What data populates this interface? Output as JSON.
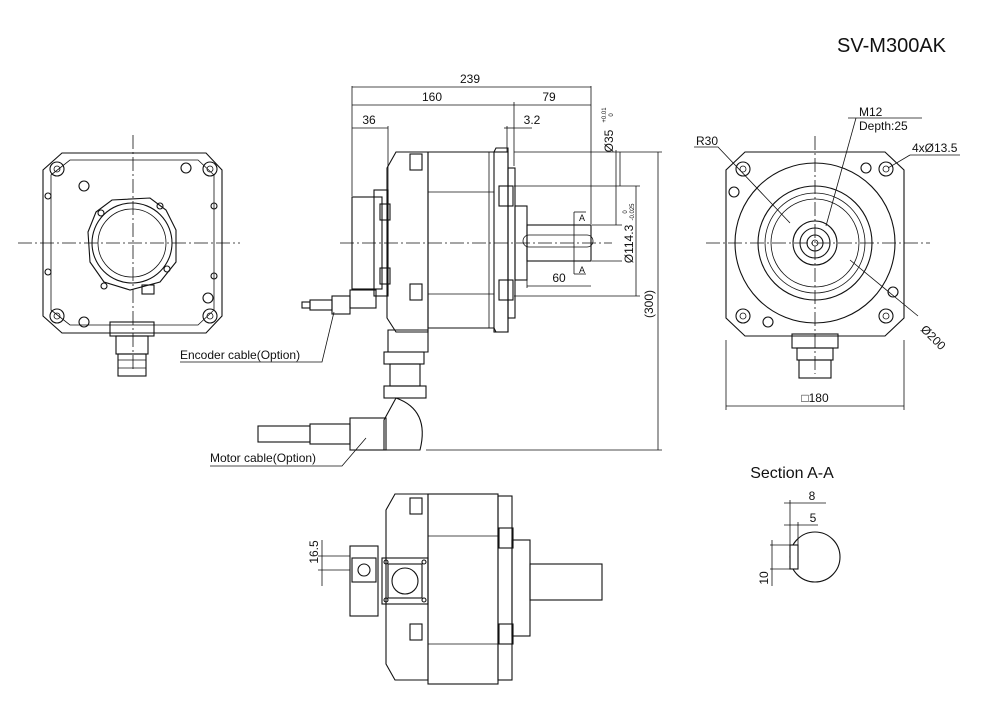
{
  "title": "SV-M300AK",
  "labels": {
    "encoder_cable": "Encoder cable(Option)",
    "motor_cable": "Motor cable(Option)",
    "section": "Section A-A",
    "r30": "R30",
    "m12": "M12",
    "depth": "Depth:25",
    "holes": "4xØ13.5",
    "dia200": "Ø200",
    "sq180": "□180",
    "section_mark_a1": "A",
    "section_mark_a2": "A"
  },
  "dimensions": {
    "d239": "239",
    "d160": "160",
    "d79": "79",
    "d36": "36",
    "d3_2": "3.2",
    "d60": "60",
    "d300": "(300)",
    "d35": "Ø35",
    "d35_tol_upper": "+0.01",
    "d35_tol_lower": "0",
    "d114": "Ø114.3",
    "d114_tol_upper": "0",
    "d114_tol_lower": "-0.025",
    "d16_5": "16.5",
    "d8": "8",
    "d5": "5",
    "d10": "10"
  }
}
